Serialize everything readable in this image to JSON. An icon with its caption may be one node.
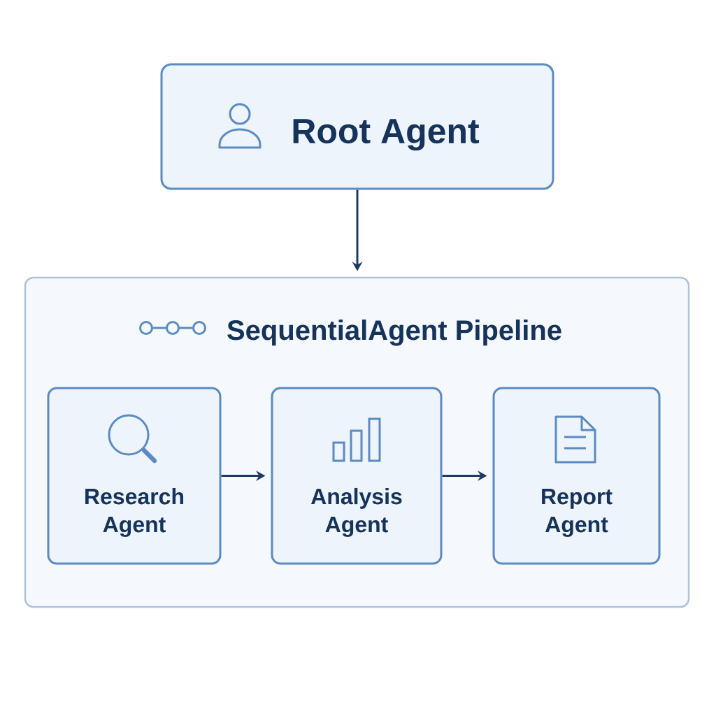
{
  "diagram": {
    "nodes": [
      {
        "text": [
          "Root Agent"
        ]
      },
      {
        "text": [
          "SequentialAgent Pipeline"
        ]
      },
      {
        "text": [
          "Research Agent"
        ],
        "in": 1
      },
      {
        "text": [
          "Analysis Agent"
        ],
        "in": 1
      },
      {
        "text": [
          "Report Agent"
        ],
        "in": 1
      }
    ],
    "edges": [
      {
        "from": 0,
        "to": 1,
        "arrow": "to"
      },
      {
        "from": 2,
        "to": 3,
        "arrow": "to"
      },
      {
        "from": 3,
        "to": 4,
        "arrow": "to"
      }
    ]
  }
}
